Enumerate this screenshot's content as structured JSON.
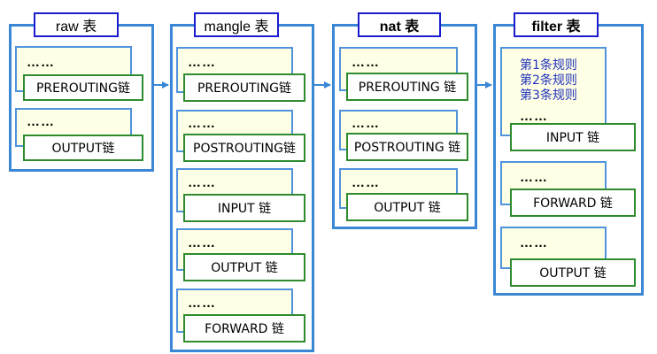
{
  "tables": [
    {
      "title": "raw 表",
      "rules": [
        {
          "dots": "……",
          "chain": "PREROUTING链"
        },
        {
          "dots": "……",
          "chain": "OUTPUT链"
        }
      ]
    },
    {
      "title": "mangle 表",
      "rules": [
        {
          "dots": "……",
          "chain": "PREROUTING链"
        },
        {
          "dots": "……",
          "chain": "POSTROUTING链"
        },
        {
          "dots": "……",
          "chain": "INPUT 链"
        },
        {
          "dots": "……",
          "chain": "OUTPUT 链"
        },
        {
          "dots": "……",
          "chain": "FORWARD 链"
        }
      ]
    },
    {
      "title": "nat 表",
      "rules": [
        {
          "dots": "……",
          "chain": "PREROUTING 链"
        },
        {
          "dots": "……",
          "chain": "POSTROUTING 链"
        },
        {
          "dots": "……",
          "chain": "OUTPUT 链"
        }
      ]
    },
    {
      "title": "filter 表",
      "rules": [
        {
          "lines": [
            "第1条规则",
            "第2条规则",
            "第3条规则"
          ],
          "dots": "……",
          "chain": "INPUT 链"
        },
        {
          "dots": "……",
          "chain": "FORWARD 链"
        },
        {
          "dots": "……",
          "chain": "OUTPUT 链"
        }
      ]
    }
  ],
  "colors": {
    "frame": "#3a87d6",
    "title_border": "#1c1ccf",
    "rule_fill": "#ffffe5",
    "chain_border": "#2e8b2e",
    "rule_text": "#2233bb"
  }
}
